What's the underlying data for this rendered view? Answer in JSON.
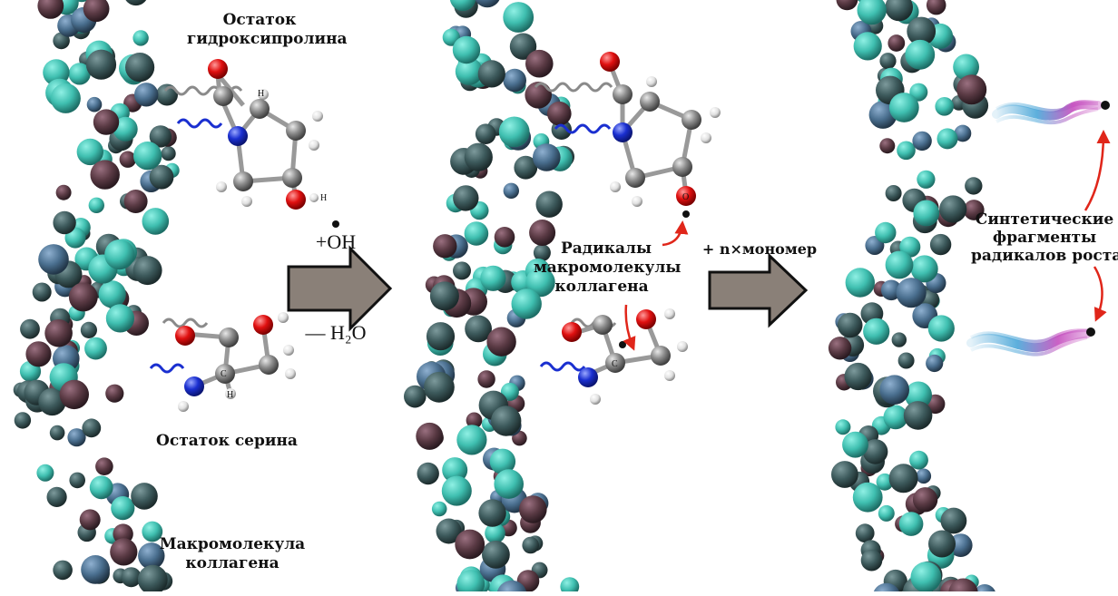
{
  "labels": {
    "hydroxyproline_residue": [
      "Остаток",
      "гидроксипролина"
    ],
    "serine_residue": "Остаток серина",
    "collagen_macromolecule": [
      "Макромолекула",
      "коллагена"
    ],
    "reagent_oh": "+OH",
    "byproduct_water": "— H₂O",
    "collagen_radicals": [
      "Радикалы",
      "макромолекулы",
      "коллагена"
    ],
    "monomer_addition": "+ n×мономер",
    "synthetic_fragments": [
      "Синтетические",
      "фрагменты",
      "радикалов роста"
    ]
  },
  "atom_labels": {
    "hydrogen": "H",
    "oxygen": "O",
    "carbon": "C"
  },
  "colors": {
    "helix_teal": "#3fbfb0",
    "helix_dark": "#3d5a5c",
    "helix_blue": "#4a6f8f",
    "helix_maroon": "#5a3a44",
    "arrow_fill": "#8a8078",
    "oxygen": "#e01010",
    "nitrogen": "#1a2fd0",
    "carbon": "#8c8c8c",
    "hydrogen": "#e6e6e6",
    "red_arrow": "#e0261a",
    "fragment_blue": "#4aa6d8",
    "fragment_magenta": "#c54fbf"
  }
}
